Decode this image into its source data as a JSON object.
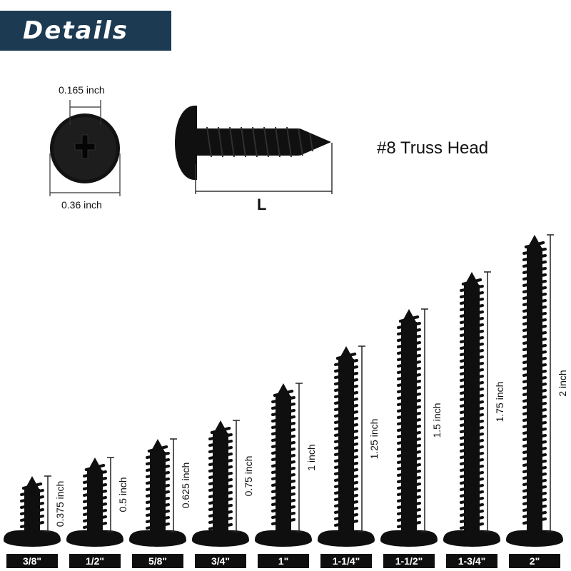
{
  "banner": {
    "title": "Details"
  },
  "top_view": {
    "slot_width_label": "0.165 inch",
    "head_diameter_label": "0.36 inch"
  },
  "side_view": {
    "length_label": "L",
    "head_type_label": "#8 Truss Head"
  },
  "screws": [
    {
      "size": "3/8\"",
      "length_label": "0.375 inch",
      "length_in": 0.375
    },
    {
      "size": "1/2\"",
      "length_label": "0.5 inch",
      "length_in": 0.5
    },
    {
      "size": "5/8\"",
      "length_label": "0.625 inch",
      "length_in": 0.625
    },
    {
      "size": "3/4\"",
      "length_label": "0.75 inch",
      "length_in": 0.75
    },
    {
      "size": "1\"",
      "length_label": "1 inch",
      "length_in": 1
    },
    {
      "size": "1-1/4\"",
      "length_label": "1.25 inch",
      "length_in": 1.25
    },
    {
      "size": "1-1/2\"",
      "length_label": "1.5 inch",
      "length_in": 1.5
    },
    {
      "size": "1-3/4\"",
      "length_label": "1.75 inch",
      "length_in": 1.75
    },
    {
      "size": "2\"",
      "length_label": "2 inch",
      "length_in": 2
    }
  ],
  "colors": {
    "banner_bg": "#1c3a52",
    "screw_black": "#0f0f0f",
    "tag_bg": "#0f0f0f"
  }
}
